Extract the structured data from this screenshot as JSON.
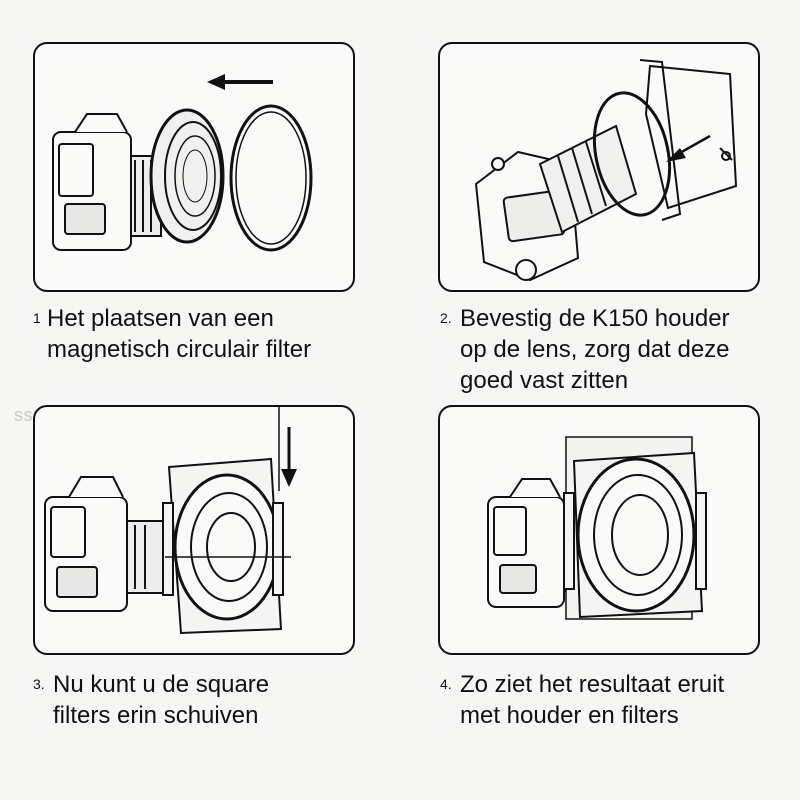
{
  "steps": [
    {
      "number": "1",
      "text_lines": [
        "Het plaatsen van een",
        "magnetisch circulair filter"
      ]
    },
    {
      "number": "2.",
      "text_lines": [
        "Bevestig de K150 houder",
        "op de lens, zorg dat deze",
        "goed vast zitten"
      ]
    },
    {
      "number": "3.",
      "text_lines": [
        "Nu kunt u de square",
        "filters erin schuiven"
      ]
    },
    {
      "number": "4.",
      "text_lines": [
        "Zo ziet het resultaat eruit",
        "met houder en filters"
      ]
    }
  ],
  "icons": [
    "camera-icon",
    "magnetic-ring-icon",
    "filter-holder-icon",
    "square-filter-icon",
    "arrow-icon"
  ]
}
